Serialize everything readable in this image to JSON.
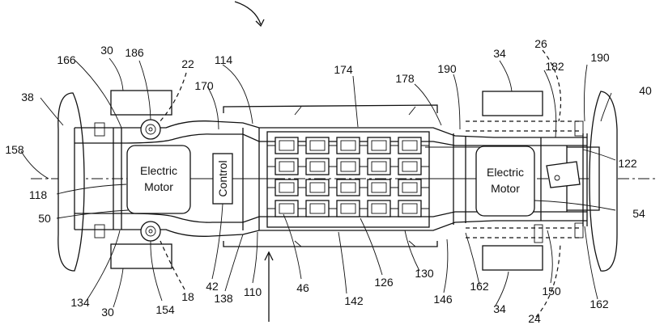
{
  "components": {
    "front_motor_label": "Electric\nMotor",
    "rear_motor_label": "Electric\nMotor",
    "controller_label": "Control"
  },
  "reference_numerals": [
    "166",
    "30",
    "186",
    "22",
    "114",
    "174",
    "178",
    "190",
    "34",
    "26",
    "190",
    "182",
    "40",
    "38",
    "170",
    "158",
    "122",
    "118",
    "50",
    "54",
    "134",
    "30",
    "154",
    "18",
    "42",
    "138",
    "110",
    "46",
    "142",
    "126",
    "130",
    "146",
    "162",
    "34",
    "150",
    "24",
    "162"
  ]
}
